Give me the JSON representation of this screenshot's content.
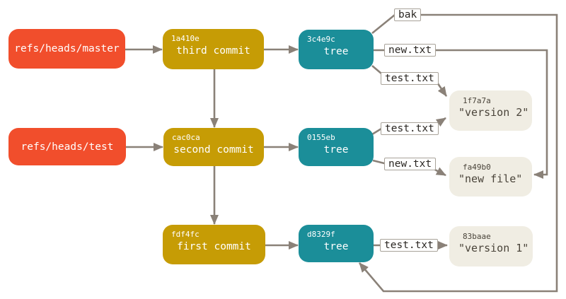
{
  "diagram": {
    "refs": [
      {
        "label": "refs/heads/master"
      },
      {
        "label": "refs/heads/test"
      }
    ],
    "commits": [
      {
        "hash": "1a410e",
        "label": "third commit"
      },
      {
        "hash": "cac0ca",
        "label": "second commit"
      },
      {
        "hash": "fdf4fc",
        "label": "first commit"
      }
    ],
    "trees": [
      {
        "hash": "3c4e9c",
        "label": "tree"
      },
      {
        "hash": "0155eb",
        "label": "tree"
      },
      {
        "hash": "d8329f",
        "label": "tree"
      }
    ],
    "blobs": [
      {
        "hash": "1f7a7a",
        "label": "\"version 2\""
      },
      {
        "hash": "fa49b0",
        "label": "\"new file\""
      },
      {
        "hash": "83baae",
        "label": "\"version 1\""
      }
    ],
    "edge_labels": [
      {
        "text": "bak"
      },
      {
        "text": "new.txt"
      },
      {
        "text": "test.txt"
      },
      {
        "text": "test.txt"
      },
      {
        "text": "new.txt"
      },
      {
        "text": "test.txt"
      }
    ],
    "colors": {
      "ref": "#f14e2c",
      "commit": "#c69c05",
      "tree": "#1b8e99",
      "blob_bg": "#f0ede3",
      "blob_text": "#4a443a",
      "line": "#8a8178",
      "edge_label_bg": "#ffffff",
      "edge_label_text": "#2b2723"
    }
  }
}
